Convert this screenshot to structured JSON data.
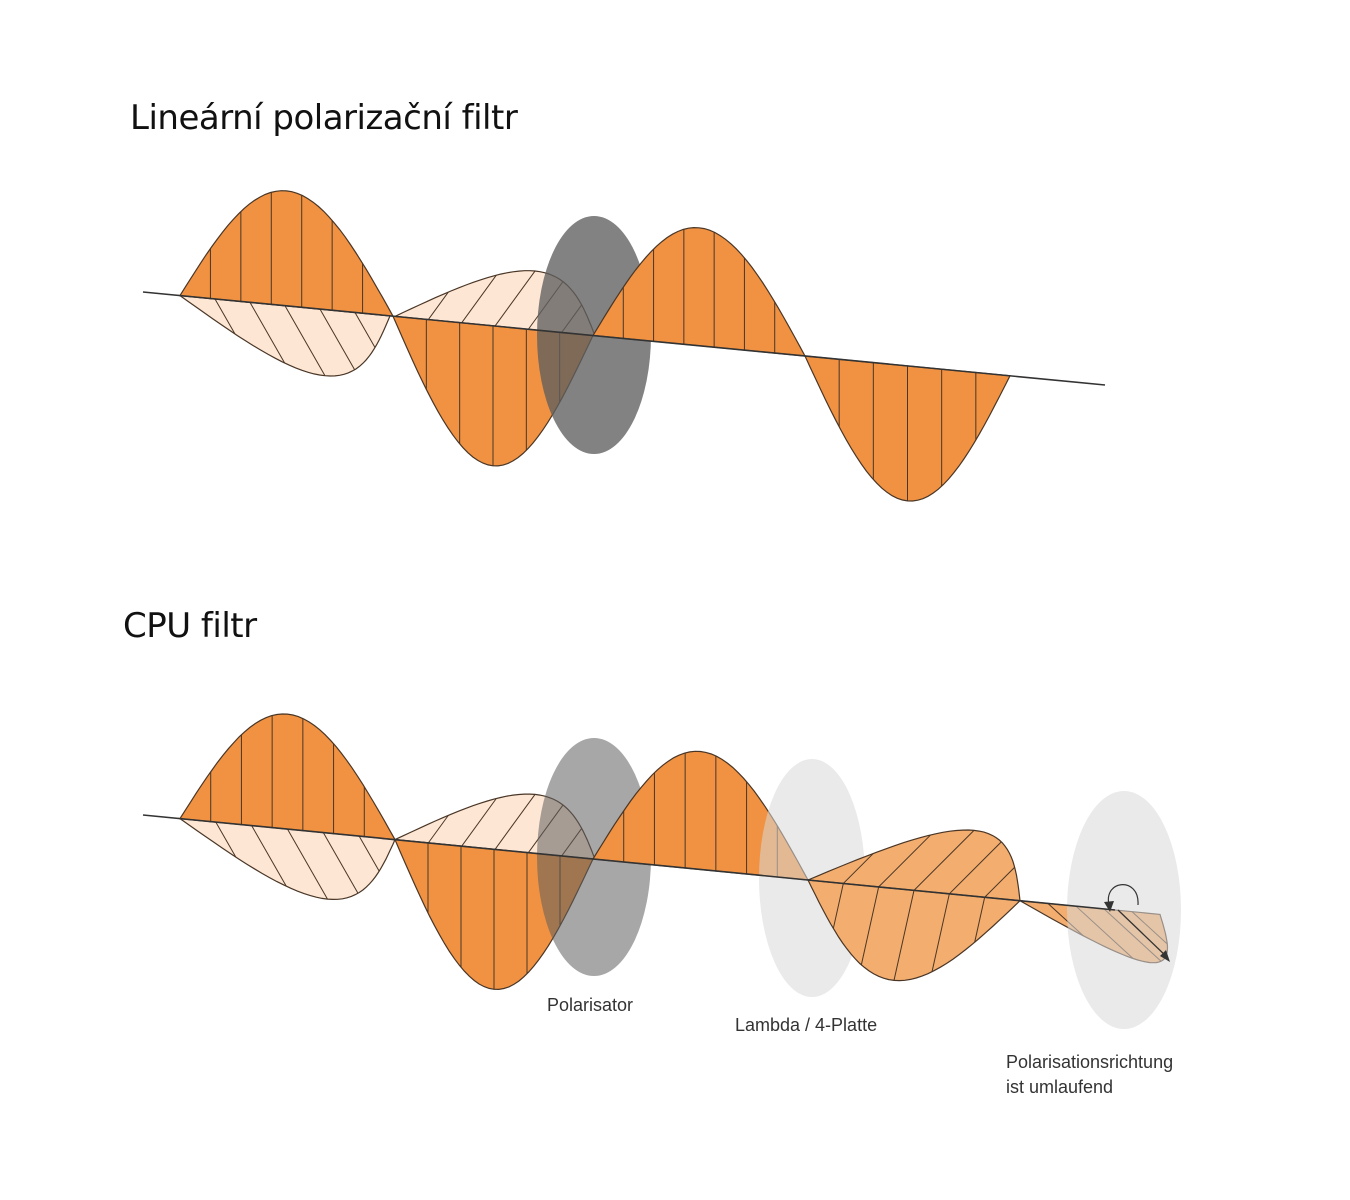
{
  "panels": {
    "linear": {
      "title": "Lineární polarizační filtr"
    },
    "cpu": {
      "title": "CPU filtr"
    }
  },
  "labels": {
    "polarizer": "Polarisator",
    "quarter_wave_plate": "Lambda / 4-Platte",
    "direction_line1": "Polarisationsrichtung",
    "direction_line2": "ist umlaufend"
  },
  "colors": {
    "wave_vertical": "#f09242",
    "wave_horizontal": "#fde6d4",
    "wave_rotated": "#f3ad6e",
    "polarizer_disc": "#5f5f5f",
    "plate_disc": "#d8d8d8",
    "outline": "#4a3626",
    "axis": "#333333"
  }
}
